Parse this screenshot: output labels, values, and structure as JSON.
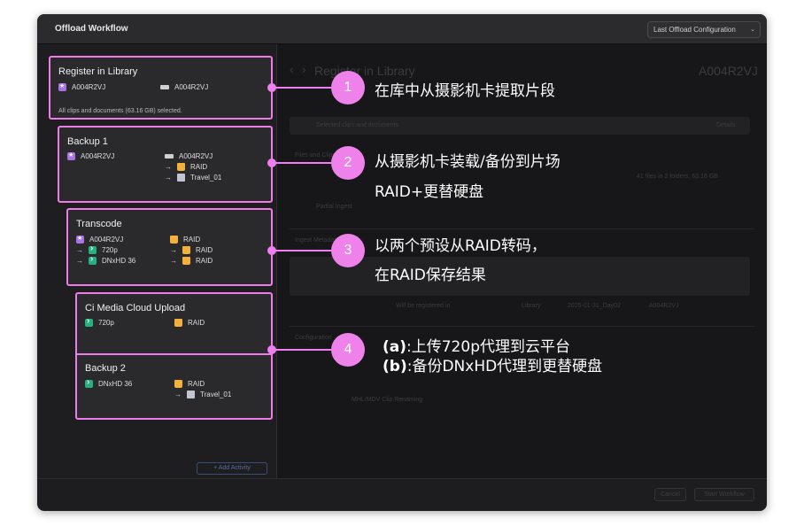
{
  "window": {
    "title": "Offload Workflow",
    "config_dropdown": "Last Offload Configuration"
  },
  "left": {
    "register": {
      "title": "Register in Library",
      "clip": "A004R2VJ",
      "card": "A004R2VJ",
      "summary": "All clips and documents (63.16 GB) selected."
    },
    "backup1": {
      "title": "Backup 1",
      "source": "A004R2VJ",
      "card": "A004R2VJ",
      "dest1": "RAID",
      "dest2": "Travel_01"
    },
    "transcode": {
      "title": "Transcode",
      "source": "A004R2VJ",
      "preset1": "720p",
      "preset2": "DNxHD 36",
      "target": "RAID",
      "out1": "RAID",
      "out2": "RAID"
    },
    "cloud": {
      "title": "Ci Media Cloud Upload",
      "preset": "720p",
      "target": "RAID"
    },
    "backup2": {
      "title": "Backup 2",
      "preset": "DNxHD 36",
      "target": "RAID",
      "dest": "Travel_01"
    },
    "add_activity": "+ Add Activity"
  },
  "right": {
    "title": "Register in Library",
    "card_id": "A004R2VJ",
    "notice": "Selected clips and documents",
    "notice_btn": "Details",
    "files_clips": "Files and Clips",
    "files_count": "41 files in 2 folders, 63.16 GB",
    "partial": "Partial Ingest",
    "ingest_meta": "Ingest Metadata",
    "will_be": "Will be registered in",
    "library": "Library",
    "date": "2025-01-31_Day02",
    "clip_ref": "A004R2VJ",
    "configuration": "Configuration",
    "mhl": "MHL/MDV Clip Renaming"
  },
  "footer": {
    "cancel": "Cancel",
    "start": "Start Workflow"
  },
  "annotations": {
    "a1_num": "1",
    "a1_text": "在库中从摄影机卡提取片段",
    "a2_num": "2",
    "a2_line1": "从摄影机卡装载/备份到片场",
    "a2_line2": "RAID+更替硬盘",
    "a3_num": "3",
    "a3_line1": "以两个预设从RAID转码，",
    "a3_line2": "在RAID保存结果",
    "a4_num": "4",
    "a4_a_label": "(a)",
    "a4_a_text": ":上传720p代理到云平台",
    "a4_b_label": "(b)",
    "a4_b_text": ":备份DNxHD代理到更替硬盘"
  },
  "colors": {
    "highlight": "#ef7ff0",
    "raid": "#f1b13a",
    "transcode": "#27b07f",
    "library": "#a972e6"
  }
}
